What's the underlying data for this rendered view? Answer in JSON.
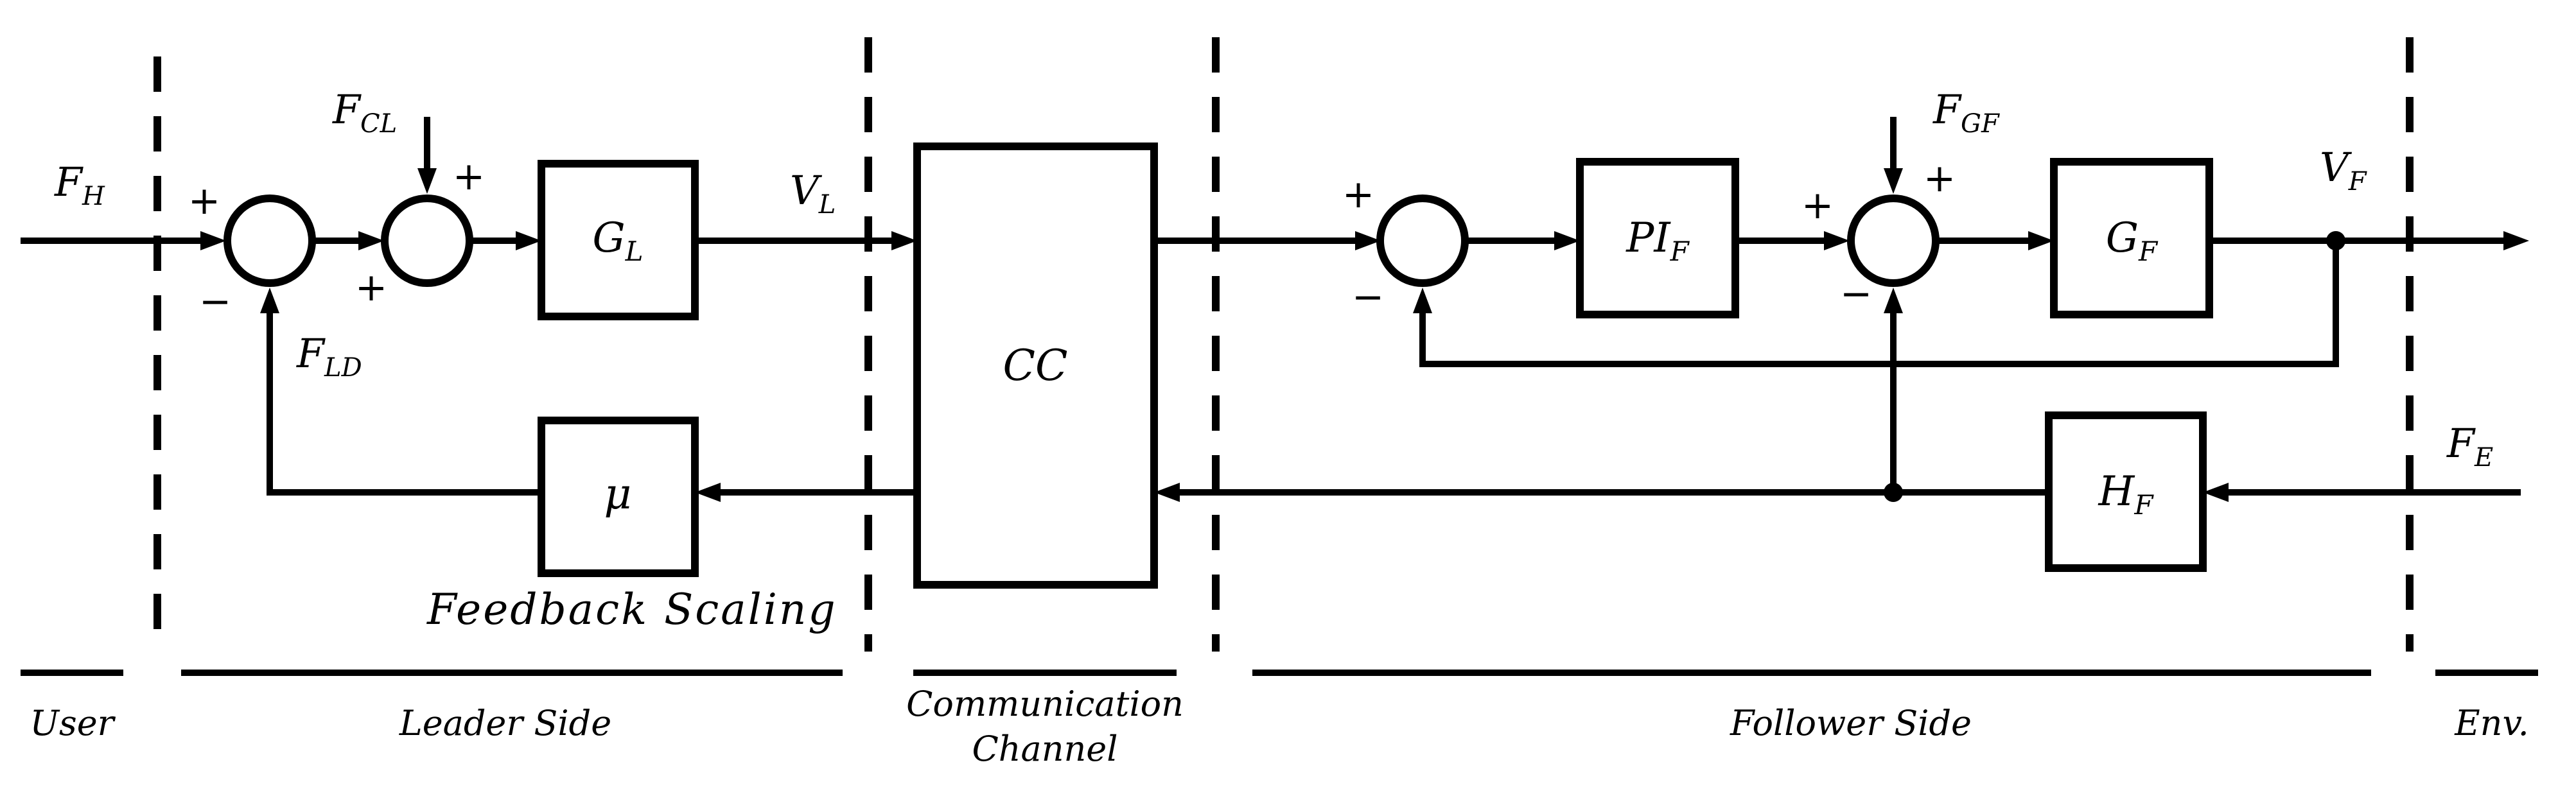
{
  "blocks": {
    "g_l": {
      "base": "G",
      "sub": "L"
    },
    "mu": {
      "base": "μ",
      "sub": ""
    },
    "cc": {
      "base": "CC",
      "sub": ""
    },
    "pi_f": {
      "base": "PI",
      "sub": "F"
    },
    "g_f": {
      "base": "G",
      "sub": "F"
    },
    "h_f": {
      "base": "H",
      "sub": "F"
    }
  },
  "signals": {
    "f_h": {
      "base": "F",
      "sub": "H"
    },
    "f_cl": {
      "base": "F",
      "sub": "CL"
    },
    "f_ld": {
      "base": "F",
      "sub": "LD"
    },
    "v_l": {
      "base": "V",
      "sub": "L"
    },
    "f_gf": {
      "base": "F",
      "sub": "GF"
    },
    "v_f": {
      "base": "V",
      "sub": "F"
    },
    "f_e": {
      "base": "F",
      "sub": "E"
    }
  },
  "signs": {
    "plus": "+",
    "minus": "−"
  },
  "annotations": {
    "feedback_scaling": "Feedback Scaling"
  },
  "sections": {
    "user": "User",
    "leader_side": "Leader Side",
    "communication_line1": "Communication",
    "communication_line2": "Channel",
    "follower_side": "Follower Side",
    "env": "Env."
  }
}
